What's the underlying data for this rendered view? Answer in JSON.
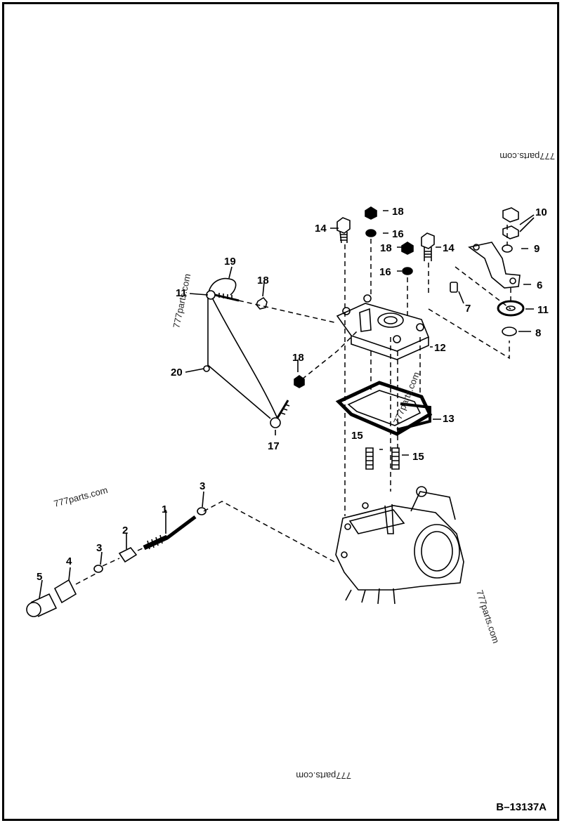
{
  "drawing_code": "B–13137A",
  "watermark": "777parts.com",
  "callouts": {
    "c1": "1",
    "c2": "2",
    "c3a": "3",
    "c3b": "3",
    "c4": "4",
    "c5": "5",
    "c6": "6",
    "c7": "7",
    "c8": "8",
    "c9": "9",
    "c10": "10",
    "c11a": "11",
    "c11b": "11",
    "c12": "12",
    "c13": "13",
    "c14a": "14",
    "c14b": "14",
    "c15a": "15",
    "c15b": "15",
    "c16a": "16",
    "c16b": "16",
    "c17": "17",
    "c18a": "18",
    "c18b": "18",
    "c18c": "18",
    "c18d": "18",
    "c19": "19",
    "c20": "20"
  }
}
